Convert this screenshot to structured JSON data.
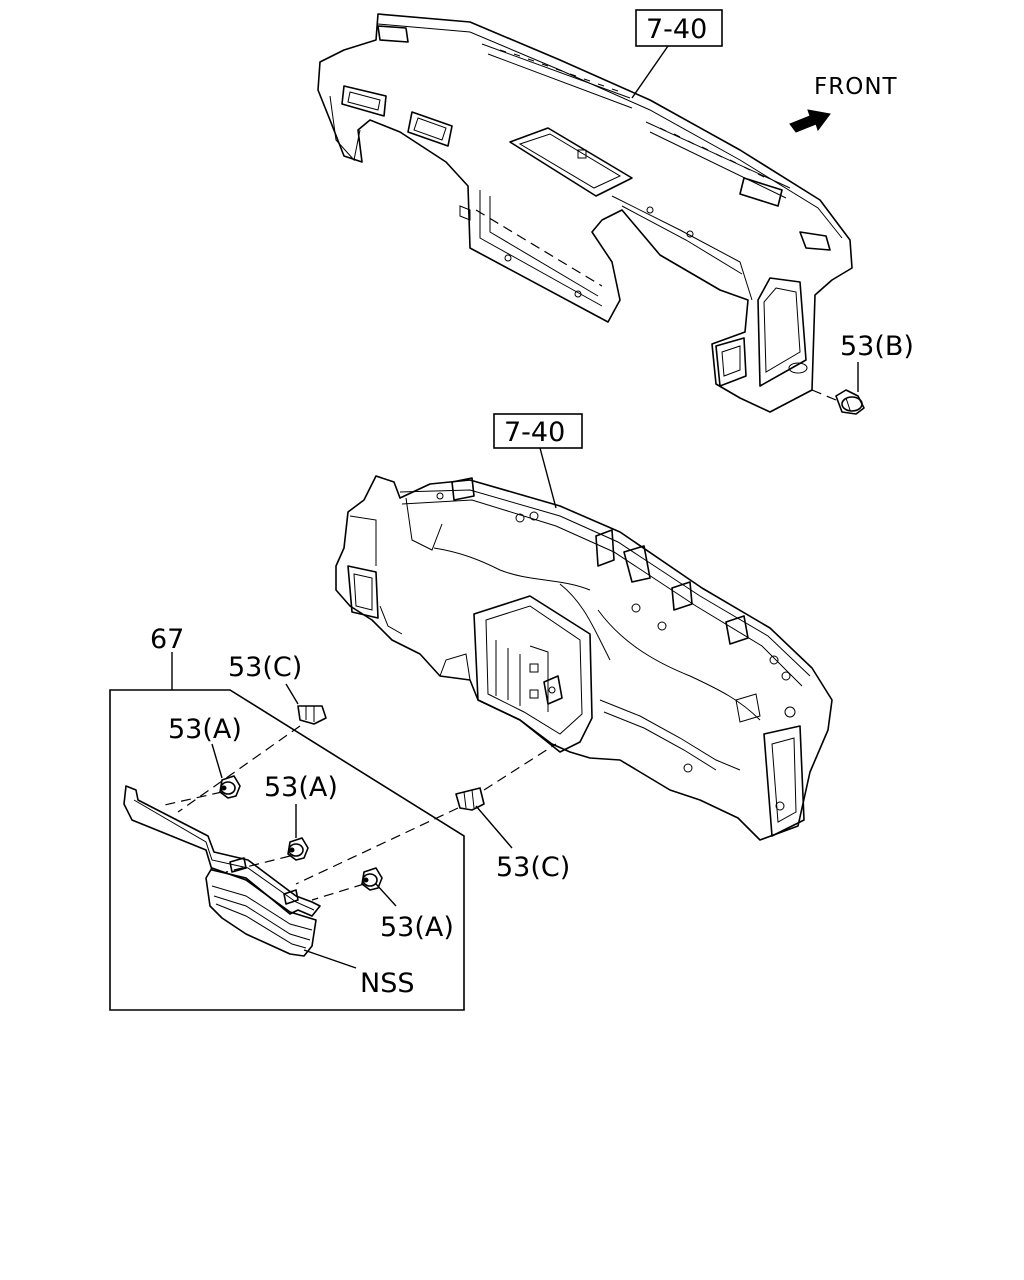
{
  "callouts": {
    "ref_upper": "7-40",
    "ref_lower": "7-40",
    "front": "FRONT",
    "p53b": "53(B)",
    "p67": "67",
    "p53c_top": "53(C)",
    "p53a_1": "53(A)",
    "p53a_2": "53(A)",
    "p53c_right": "53(C)",
    "p53a_3": "53(A)",
    "nss": "NSS"
  },
  "icons": {
    "front_arrow": "front-direction-arrow-icon"
  }
}
